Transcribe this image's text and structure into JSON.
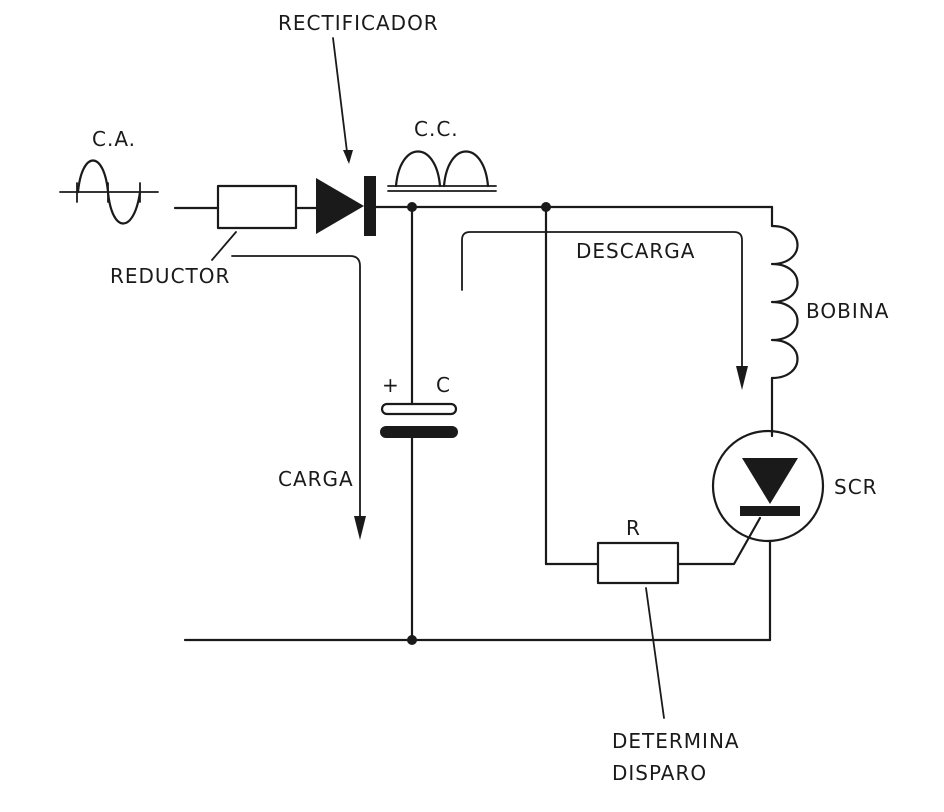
{
  "diagram": {
    "labels": {
      "rectifier": "RECTIFICADOR",
      "ac": "C.A.",
      "dc": "C.C.",
      "reducer": "REDUCTOR",
      "discharge": "DESCARGA",
      "coil": "BOBINA",
      "capacitor_plus": "+",
      "capacitor": "C",
      "charge": "CARGA",
      "scr": "SCR",
      "resistor": "R",
      "trigger_line1": "DETERMINA",
      "trigger_line2": "DISPARO"
    }
  }
}
